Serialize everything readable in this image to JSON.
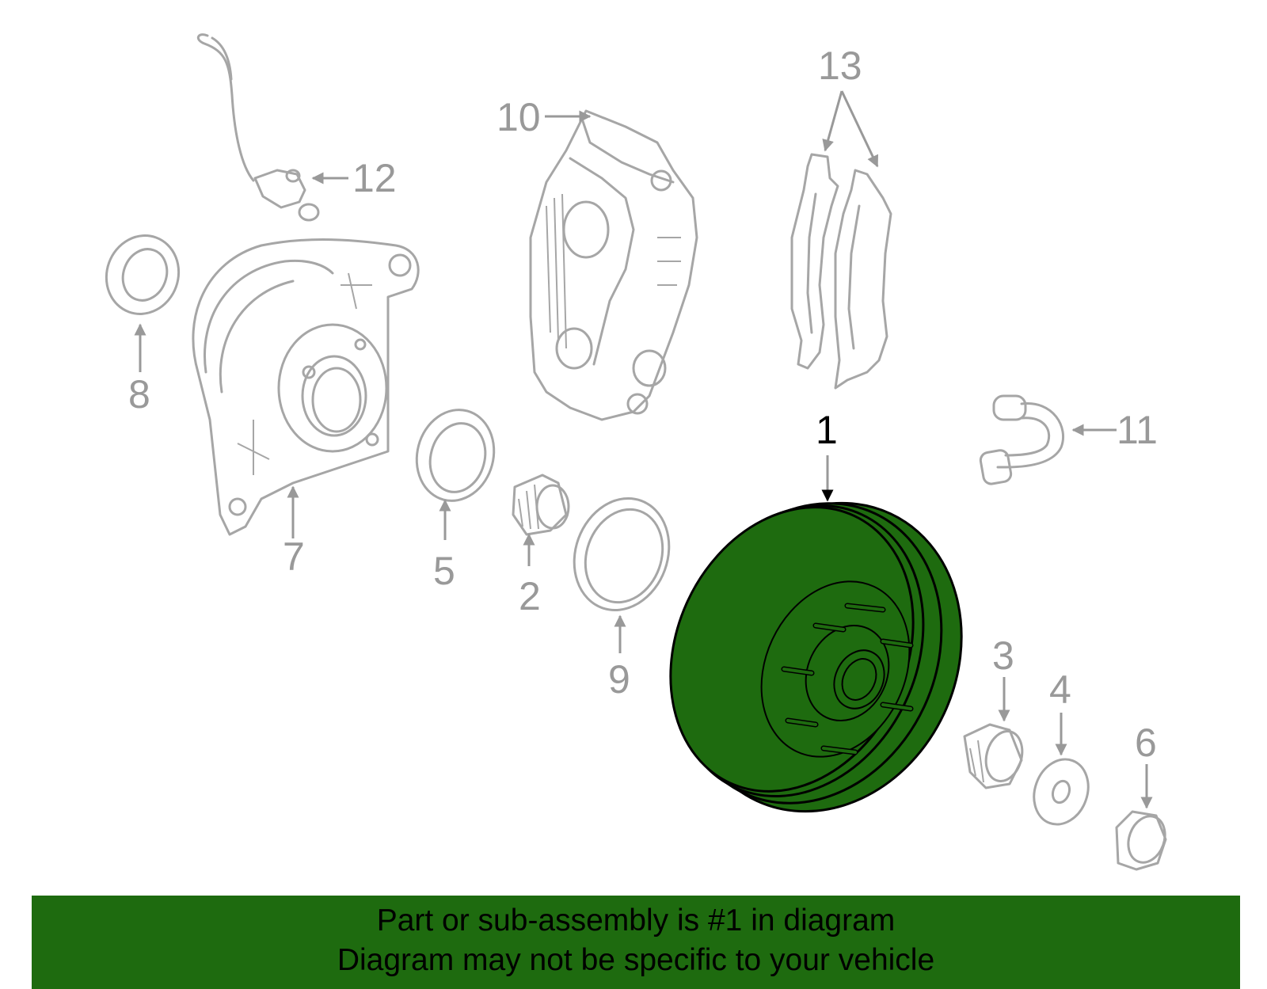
{
  "diagram": {
    "highlight_color": "#1e6b0f",
    "part_stroke_color": "#a6a6a6",
    "label_color": "#999999",
    "highlighted_part": "1",
    "callouts": {
      "c1": "1",
      "c2": "2",
      "c3": "3",
      "c4": "4",
      "c5": "5",
      "c6": "6",
      "c7": "7",
      "c8": "8",
      "c9": "9",
      "c10": "10",
      "c11": "11",
      "c12": "12",
      "c13": "13"
    }
  },
  "banner": {
    "line1": "Part or sub-assembly is #1 in diagram",
    "line2": "Diagram may not be specific to your vehicle"
  }
}
